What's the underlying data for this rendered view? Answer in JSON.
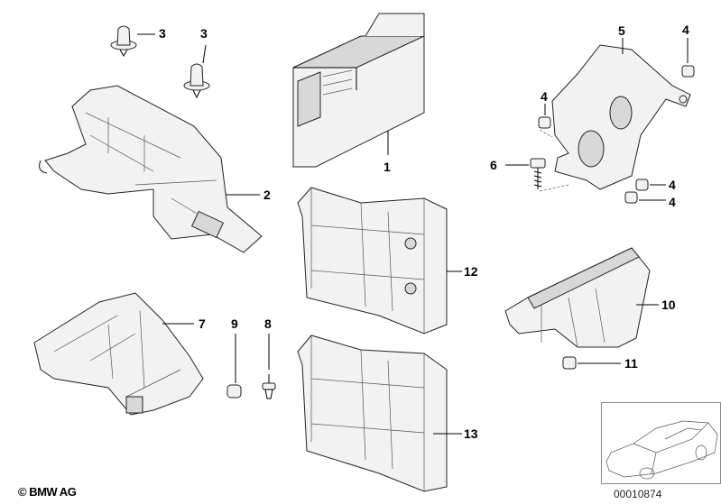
{
  "diagram": {
    "callouts": [
      "1",
      "2",
      "3",
      "3",
      "4",
      "4",
      "4",
      "4",
      "5",
      "6",
      "7",
      "8",
      "9",
      "10",
      "11",
      "12",
      "13"
    ],
    "parts": {
      "p1": "1",
      "p2": "2",
      "p3a": "3",
      "p3b": "3",
      "p4a": "4",
      "p4b": "4",
      "p4c": "4",
      "p4d": "4",
      "p5": "5",
      "p6": "6",
      "p7": "7",
      "p8": "8",
      "p9": "9",
      "p10": "10",
      "p11": "11",
      "p12": "12",
      "p13": "13"
    }
  },
  "footer": {
    "copyright": "© BMW AG",
    "reference_number": "00010874"
  }
}
